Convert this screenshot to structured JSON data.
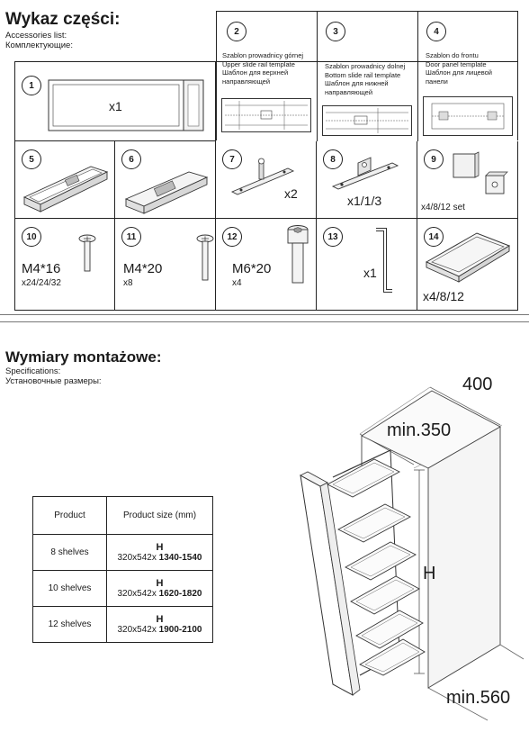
{
  "parts_section": {
    "title": "Wykaz części:",
    "subtitle_en": "Accessories list:",
    "subtitle_ru": "Комплектующие:"
  },
  "parts": [
    {
      "num": "1",
      "qty": "x1"
    },
    {
      "num": "2",
      "lines": [
        "Szablon prowadnicy górnej",
        "Upper slide rail template",
        "Шаблон для верхней",
        "направляющей"
      ]
    },
    {
      "num": "3",
      "lines": [
        "Szablon prowadnicy dolnej",
        "Bottom slide rail template",
        "Шаблон для нижней",
        "направляющей"
      ]
    },
    {
      "num": "4",
      "lines": [
        "Szablon do frontu",
        "Door panel template",
        "Шаблон для лицевой",
        "панели"
      ]
    },
    {
      "num": "5"
    },
    {
      "num": "6"
    },
    {
      "num": "7",
      "qty": "x2"
    },
    {
      "num": "8",
      "qty": "x1/1/3"
    },
    {
      "num": "9",
      "qty": "x4/8/12 set"
    },
    {
      "num": "10",
      "spec": "M4*16",
      "qty": "x24/24/32"
    },
    {
      "num": "11",
      "spec": "M4*20",
      "qty": "x8"
    },
    {
      "num": "12",
      "spec": "M6*20",
      "qty": "x4"
    },
    {
      "num": "13",
      "qty": "x1"
    },
    {
      "num": "14",
      "qty": "x4/8/12"
    }
  ],
  "dims_section": {
    "title": "Wymiary montażowe:",
    "subtitle_en": "Specifications:",
    "subtitle_ru": "Установочные размеры:"
  },
  "table": {
    "headers": [
      "Product",
      "Product size (mm)"
    ],
    "rows": [
      {
        "product": "8 shelves",
        "h": "H",
        "prefix": "320x542x ",
        "range": "1340-1540"
      },
      {
        "product": "10 shelves",
        "h": "H",
        "prefix": "320x542x ",
        "range": "1620-1820"
      },
      {
        "product": "12 shelves",
        "h": "H",
        "prefix": "320x542x ",
        "range": "1900-2100"
      }
    ]
  },
  "dimensions": {
    "depth": "400",
    "min_width": "min.350",
    "height": "H",
    "min_depth": "min.560"
  }
}
